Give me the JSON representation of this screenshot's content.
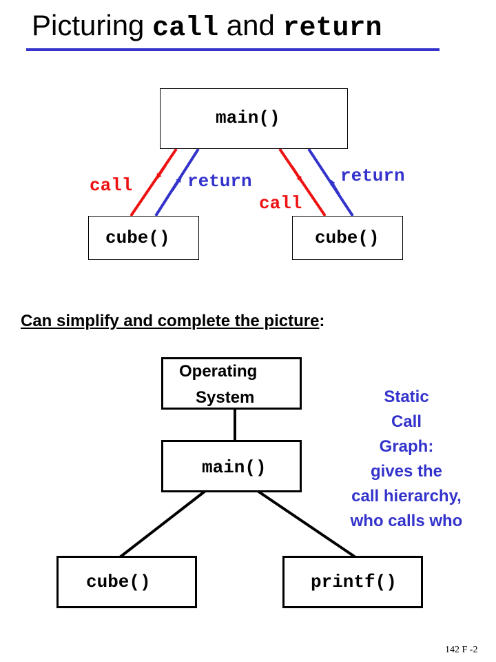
{
  "title": {
    "prefix": "Picturing ",
    "code1": "call",
    "middle": " and ",
    "code2": "return"
  },
  "top_diagram": {
    "main_label": "main()",
    "left_child_label": "cube()",
    "right_child_label": "cube()",
    "left_call_label": "call",
    "left_return_label": "return",
    "right_call_label": "call",
    "right_return_label": "return"
  },
  "subheading": {
    "text": "Can simplify and complete the picture",
    "suffix": ":"
  },
  "bottom_diagram": {
    "os_line1": "Operating",
    "os_line2": "System",
    "main_label": "main()",
    "left_child_label": "cube()",
    "right_child_label": "printf()"
  },
  "note": {
    "lines": [
      "Static",
      "Call",
      "Graph:",
      "gives the",
      "call hierarchy,",
      "who calls who"
    ]
  },
  "colors": {
    "call": "#ee1111",
    "return": "#3333cc",
    "accent": "#3333cc"
  },
  "slide_number": "142 F -2"
}
